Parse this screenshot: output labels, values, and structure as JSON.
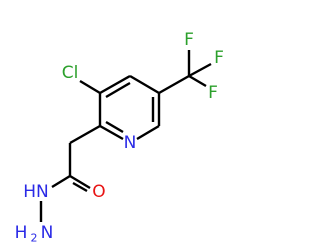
{
  "molecule": {
    "atoms": {
      "chlorine": "Cl",
      "ring_nitrogen": "N",
      "fluorine_1": "F",
      "fluorine_2": "F",
      "fluorine_3": "F",
      "carbonyl_oxygen": "O",
      "amide_nh": "HN",
      "amine_n": "N",
      "amine_h": "H",
      "amine_h_count": "2"
    },
    "colors": {
      "bond": "#000000",
      "carbon_text": "#000000",
      "chlorine": "#2ca02c",
      "nitrogen": "#2a2ae6",
      "oxygen": "#e81414",
      "fluorine": "#2ca02c"
    }
  }
}
